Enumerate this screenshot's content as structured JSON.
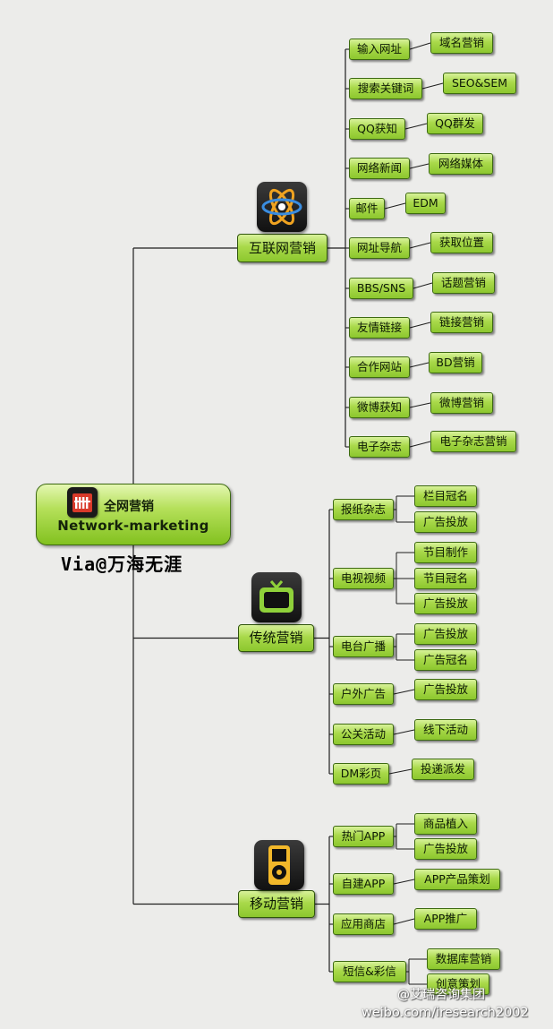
{
  "root": {
    "title": "全网营销",
    "subtitle": "Network-marketing"
  },
  "credit": "Via@万海无涯",
  "watermark": {
    "handle": "@艾瑞咨询集团",
    "url": "weibo.com/iresearch2002"
  },
  "colors": {
    "node_fill": "#a9d94a",
    "node_border": "#3d6a12",
    "line": "#1e1e1e",
    "background": "#ececea"
  },
  "categories": [
    {
      "label": "互联网营销",
      "icon": "atom-icon",
      "branches": [
        {
          "label": "输入网址",
          "leaves": [
            "域名营销"
          ]
        },
        {
          "label": "搜索关键词",
          "leaves": [
            "SEO&SEM"
          ]
        },
        {
          "label": "QQ获知",
          "leaves": [
            "QQ群发"
          ]
        },
        {
          "label": "网络新闻",
          "leaves": [
            "网络媒体"
          ]
        },
        {
          "label": "邮件",
          "leaves": [
            "EDM"
          ]
        },
        {
          "label": "网址导航",
          "leaves": [
            "获取位置"
          ]
        },
        {
          "label": "BBS/SNS",
          "leaves": [
            "话题营销"
          ]
        },
        {
          "label": "友情链接",
          "leaves": [
            "链接营销"
          ]
        },
        {
          "label": "合作网站",
          "leaves": [
            "BD营销"
          ]
        },
        {
          "label": "微博获知",
          "leaves": [
            "微博营销"
          ]
        },
        {
          "label": "电子杂志",
          "leaves": [
            "电子杂志营销"
          ]
        }
      ]
    },
    {
      "label": "传统营销",
      "icon": "tv-icon",
      "branches": [
        {
          "label": "报纸杂志",
          "leaves": [
            "栏目冠名",
            "广告投放"
          ]
        },
        {
          "label": "电视视频",
          "leaves": [
            "节目制作",
            "节目冠名",
            "广告投放"
          ]
        },
        {
          "label": "电台广播",
          "leaves": [
            "广告投放",
            "广告冠名"
          ]
        },
        {
          "label": "户外广告",
          "leaves": [
            "广告投放"
          ]
        },
        {
          "label": "公关活动",
          "leaves": [
            "线下活动"
          ]
        },
        {
          "label": "DM彩页",
          "leaves": [
            "投递派发"
          ]
        }
      ]
    },
    {
      "label": "移动营销",
      "icon": "music-player-icon",
      "branches": [
        {
          "label": "热门APP",
          "leaves": [
            "商品植入",
            "广告投放"
          ]
        },
        {
          "label": "自建APP",
          "leaves": [
            "APP产品策划"
          ]
        },
        {
          "label": "应用商店",
          "leaves": [
            "APP推广"
          ]
        },
        {
          "label": "短信&彩信",
          "leaves": [
            "数据库营销",
            "创意策划"
          ]
        }
      ]
    }
  ]
}
